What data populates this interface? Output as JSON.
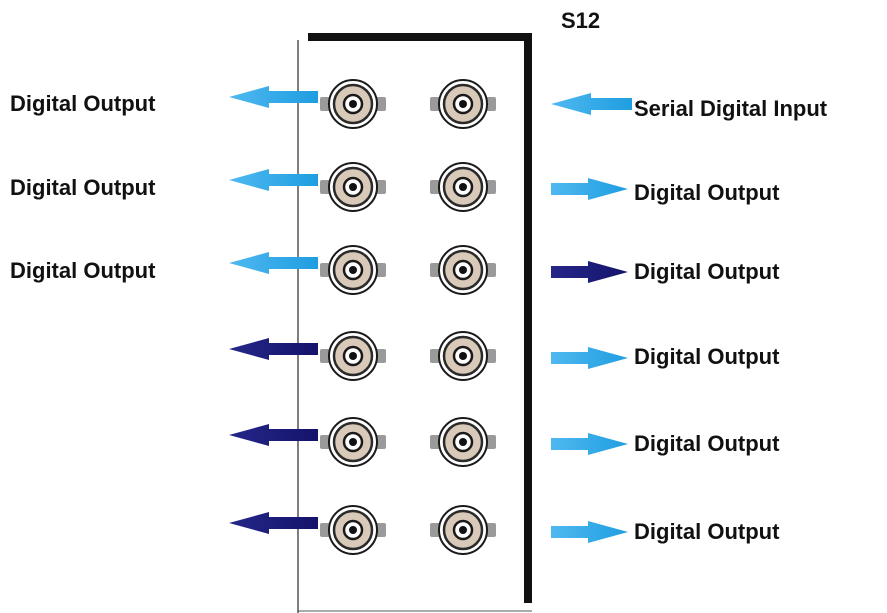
{
  "panel": {
    "label": "S12"
  },
  "left_column": {
    "rows": [
      {
        "label": "Digital Output",
        "arrow_color": "light-blue"
      },
      {
        "label": "Digital Output",
        "arrow_color": "light-blue"
      },
      {
        "label": "Digital Output",
        "arrow_color": "light-blue"
      },
      {
        "label": "",
        "arrow_color": "dark-blue"
      },
      {
        "label": "",
        "arrow_color": "dark-blue"
      },
      {
        "label": "",
        "arrow_color": "dark-blue"
      }
    ]
  },
  "right_column": {
    "rows": [
      {
        "label": "Serial Digital Input",
        "arrow_direction": "in",
        "arrow_color": "light-blue"
      },
      {
        "label": "Digital Output",
        "arrow_direction": "out",
        "arrow_color": "light-blue"
      },
      {
        "label": "Digital Output",
        "arrow_direction": "out",
        "arrow_color": "dark-blue"
      },
      {
        "label": "Digital Output",
        "arrow_direction": "out",
        "arrow_color": "light-blue"
      },
      {
        "label": "Digital Output",
        "arrow_direction": "out",
        "arrow_color": "light-blue"
      },
      {
        "label": "Digital Output",
        "arrow_direction": "out",
        "arrow_color": "light-blue"
      }
    ]
  },
  "colors": {
    "light_blue": "#2aa7e6",
    "dark_blue": "#1a1a7a",
    "panel_border": "#111111",
    "connector_body": "#d9c9b8",
    "connector_flange": "#9a9a9a"
  }
}
